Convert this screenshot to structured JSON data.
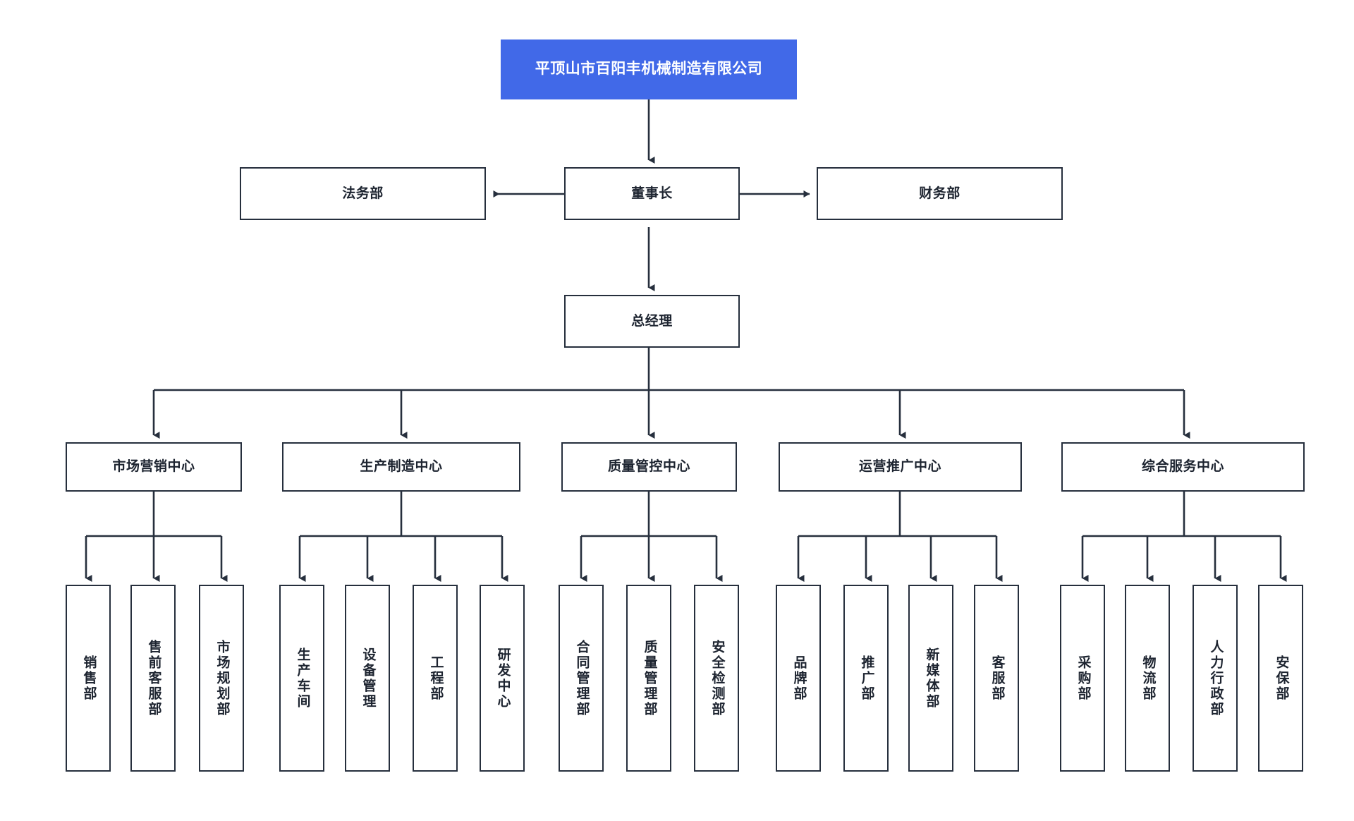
{
  "chart": {
    "type": "org-chart",
    "title": "平顶山市百阳丰机械制造有限公司",
    "accent_color": "#4169e8",
    "box_border_color": "#262f3d",
    "background": "#ffffff",
    "root": {
      "label": "平顶山市百阳丰机械制造有限公司"
    },
    "level2": {
      "center": "董事长",
      "left": "法务部",
      "right": "财务部"
    },
    "level3": {
      "label": "总经理"
    },
    "centers": [
      {
        "label": "市场营销中心",
        "departments": [
          "销售部",
          "售前客服部",
          "市场规划部"
        ]
      },
      {
        "label": "生产制造中心",
        "departments": [
          "生产车间",
          "设备管理",
          "工程部",
          "研发中心"
        ]
      },
      {
        "label": "质量管控中心",
        "departments": [
          "合同管理部",
          "质量管理部",
          "安全检测部"
        ]
      },
      {
        "label": "运营推广中心",
        "departments": [
          "品牌部",
          "推广部",
          "新媒体部",
          "客服部"
        ]
      },
      {
        "label": "综合服务中心",
        "departments": [
          "采购部",
          "物流部",
          "人力行政部",
          "安保部"
        ]
      }
    ]
  }
}
